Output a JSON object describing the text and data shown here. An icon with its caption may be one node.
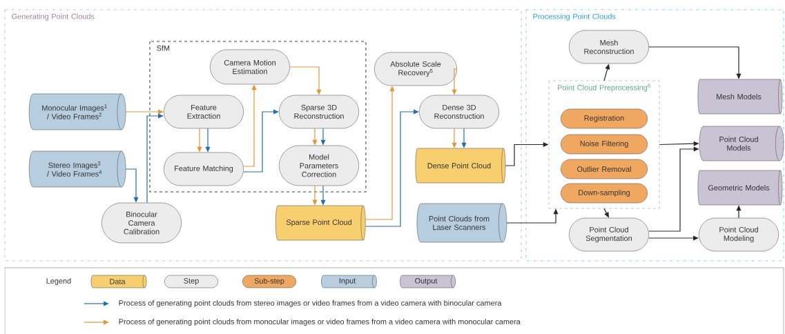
{
  "diagram": {
    "nodes": [
      {
        "text": [
          "Generating Point Clouds"
        ]
      },
      {
        "text": [
          "SfM"
        ],
        "in": 0
      },
      {
        "text": [
          "Processing Point Clouds"
        ]
      },
      {
        "text": [
          "Monocular Images$^{1}$ / Video Frames$^{2}$"
        ],
        "in": 0
      },
      {
        "text": [
          "Stereo Images$^{3}$ / Video Frames$^{4}$"
        ],
        "in": 0
      },
      {
        "text": [
          "Camera Motion Estimation"
        ],
        "in": 1
      },
      {
        "text": [
          "Feature Extraction"
        ],
        "in": 1
      },
      {
        "text": [
          "Sparse 3D Reconstruction"
        ],
        "in": 1
      },
      {
        "text": [
          "Feature Matching"
        ],
        "in": 1
      },
      {
        "text": [
          "Model Parameters Correction"
        ],
        "in": 1
      },
      {
        "text": [
          "Binocular Camera Calibration"
        ],
        "in": 0
      },
      {
        "text": [
          "Absolute Scale Recovery$^{5}$"
        ],
        "in": 0
      },
      {
        "text": [
          "Dense 3D Reconstruction"
        ],
        "in": 0
      },
      {
        "text": [
          "Sparse Point Cloud"
        ],
        "in": 0
      },
      {
        "text": [
          "Dense Point Cloud"
        ],
        "in": 0
      },
      {
        "text": [
          "Point Clouds from Laser Scanners"
        ],
        "in": 0
      },
      {
        "text": [
          "Mesh Reconstruction"
        ],
        "in": 2
      },
      {
        "text": [
          "Point Cloud Preprocessing$^{6}$"
        ],
        "in": 2
      },
      {
        "text": [
          "Registration"
        ],
        "in": 17
      },
      {
        "text": [
          "Noise Filtering"
        ],
        "in": 17
      },
      {
        "text": [
          "Outlier Removal"
        ],
        "in": 17
      },
      {
        "text": [
          "Down-sampling"
        ],
        "in": 17
      },
      {
        "text": [
          "Mesh Models"
        ],
        "in": 2
      },
      {
        "text": [
          "Point Cloud Models"
        ],
        "in": 2
      },
      {
        "text": [
          "Geometric Models"
        ],
        "in": 2
      },
      {
        "text": [
          "Point Cloud Segmentation"
        ],
        "in": 2
      },
      {
        "text": [
          "Point Cloud Modeling"
        ],
        "in": 2
      }
    ],
    "edges": [
      {
        "from": 3,
        "to": 6,
        "arrow": "to",
        "color": "#e8952f"
      },
      {
        "from": 4,
        "to": 10,
        "arrow": "to",
        "color": "#1f6fb0"
      },
      {
        "from": 10,
        "to": 6,
        "arrow": "to",
        "color": "#1f6fb0"
      },
      {
        "from": 6,
        "to": 8,
        "arrow": "to",
        "color": "#e8952f"
      },
      {
        "from": 6,
        "to": 8,
        "arrow": "to",
        "color": "#1f6fb0"
      },
      {
        "from": 8,
        "to": 5,
        "arrow": "to",
        "color": "#e8952f"
      },
      {
        "from": 8,
        "to": 7,
        "arrow": "to",
        "color": "#1f6fb0"
      },
      {
        "from": 5,
        "to": 7,
        "arrow": "to",
        "color": "#e8952f"
      },
      {
        "from": 7,
        "to": 9,
        "arrow": "to",
        "color": "#e8952f"
      },
      {
        "from": 7,
        "to": 9,
        "arrow": "to",
        "color": "#1f6fb0"
      },
      {
        "from": 9,
        "to": 13,
        "arrow": "to",
        "color": "#e8952f"
      },
      {
        "from": 9,
        "to": 13,
        "arrow": "to",
        "color": "#1f6fb0"
      },
      {
        "from": 13,
        "to": 11,
        "arrow": "to",
        "color": "#e8952f"
      },
      {
        "from": 13,
        "to": 12,
        "arrow": "to",
        "color": "#1f6fb0"
      },
      {
        "from": 11,
        "to": 12,
        "arrow": "to",
        "color": "#e8952f"
      },
      {
        "from": 12,
        "to": 14,
        "arrow": "to",
        "color": "#e8952f"
      },
      {
        "from": 12,
        "to": 14,
        "arrow": "to",
        "color": "#1f6fb0"
      },
      {
        "from": 14,
        "to": 17,
        "arrow": "to",
        "color": "#262626"
      },
      {
        "from": 15,
        "to": 17,
        "arrow": "to",
        "color": "#262626"
      },
      {
        "from": 17,
        "to": 25,
        "arrow": "to",
        "color": "#262626"
      },
      {
        "from": 17,
        "to": 16,
        "arrow": "to",
        "color": "#262626"
      },
      {
        "from": 16,
        "to": 22,
        "arrow": "to",
        "color": "#262626"
      },
      {
        "from": 17,
        "to": 23,
        "arrow": "to",
        "color": "#262626"
      },
      {
        "from": 25,
        "to": 23,
        "arrow": "to",
        "color": "#262626"
      },
      {
        "from": 25,
        "to": 26,
        "arrow": "to",
        "color": "#262626"
      },
      {
        "from": 26,
        "to": 24,
        "arrow": "to",
        "color": "#262626"
      }
    ],
    "labels": [
      "Legend"
    ],
    "legend": [
      {
        "text": "Data",
        "color": "#f8cf6e"
      },
      {
        "text": "Step",
        "color": "#ececec"
      },
      {
        "text": "Sub-step",
        "color": "#f0a860"
      },
      {
        "text": "Input",
        "color": "#b7cde0"
      },
      {
        "text": "Output",
        "color": "#c9c3d4"
      },
      {
        "text": "Process of generating point clouds from stereo images or video frames from a video camera with binocular camera"
      },
      {
        "text": "Process of generating point clouds from monocular images or video frames from a video camera with monocular camera"
      }
    ]
  }
}
